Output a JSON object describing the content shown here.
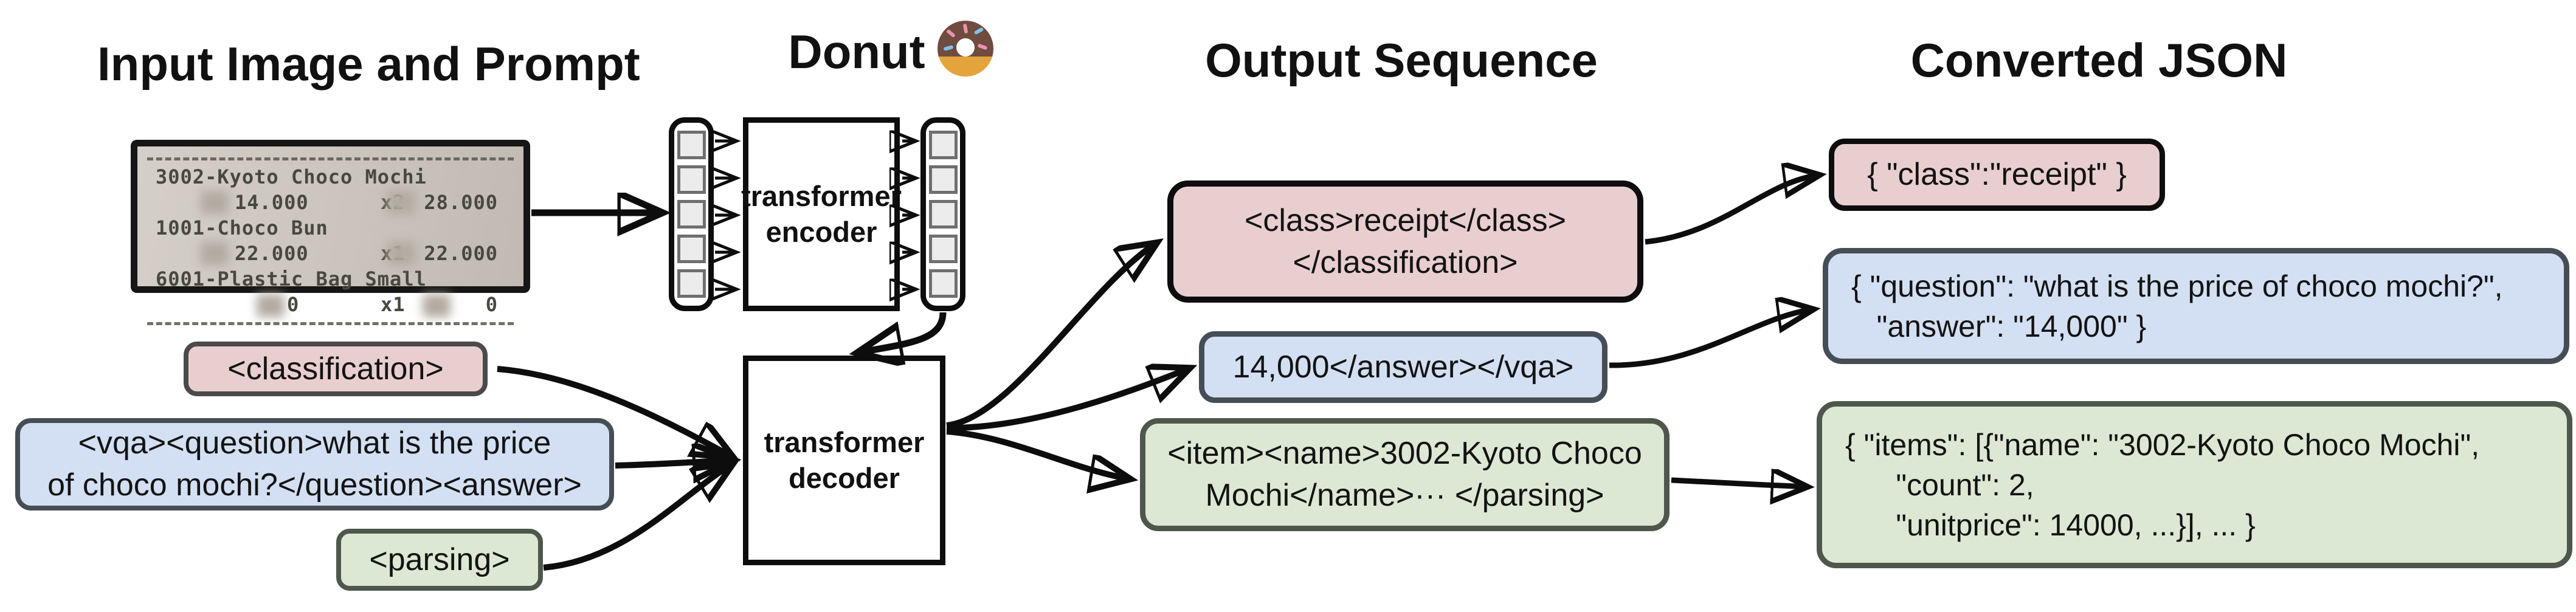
{
  "colors": {
    "pink-fill": "#e9ced0",
    "blue-fill": "#d3dff2",
    "green-fill": "#dde8d4",
    "pink-border": "#4a4a4a",
    "blue-border": "#454d55",
    "green-border": "#4e574b"
  },
  "titles": {
    "input": "Input Image and Prompt",
    "model": "Donut",
    "output": "Output Sequence",
    "json": "Converted JSON"
  },
  "receipt": {
    "item1_name": "3002-Kyoto Choco Mochi",
    "item1_price": "14.000",
    "item1_qty": "x2",
    "item1_total": "28.000",
    "item2_name": "1001-Choco Bun",
    "item2_price": "22.000",
    "item2_qty": "x1",
    "item2_total": "22.000",
    "item3_name": "6001-Plastic Bag Small",
    "item3_price": "0",
    "item3_qty": "x1",
    "item3_total": "0"
  },
  "model": {
    "encoder_line1": "transformer",
    "encoder_line2": "encoder",
    "decoder_line1": "transformer",
    "decoder_line2": "decoder"
  },
  "prompts": {
    "classification": "<classification>",
    "vqa_line1": "<vqa><question>what is the price",
    "vqa_line2": "of choco mochi?</question><answer>",
    "parsing": "<parsing>"
  },
  "outputs": {
    "classification_line1": "<class>receipt</class>",
    "classification_line2": "</classification>",
    "vqa": "14,000</answer></vqa>",
    "parsing_line1": "<item><name>3002-Kyoto Choco",
    "parsing_line2": "Mochi</name>··· </parsing>"
  },
  "json_outputs": {
    "classification": "{ \"class\":\"receipt\" }",
    "vqa_line1": "{ \"question\": \"what is the price of choco mochi?\",",
    "vqa_line2": "   \"answer\": \"14,000\" }",
    "parsing_line1": "{ \"items\": [{\"name\": \"3002-Kyoto Choco Mochi\",",
    "parsing_line2": "      \"count\": 2,",
    "parsing_line3": "      \"unitprice\": 14000, ...}], ... }"
  }
}
